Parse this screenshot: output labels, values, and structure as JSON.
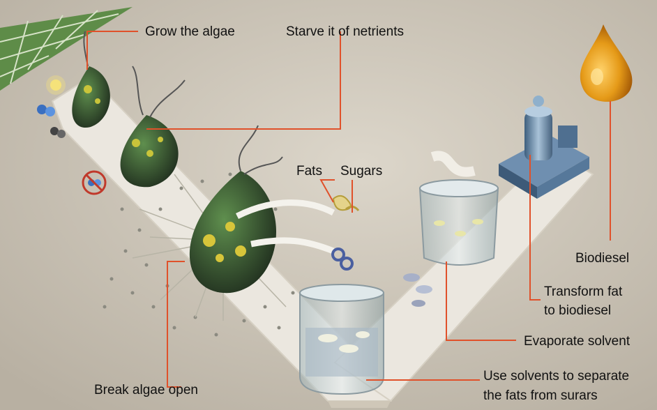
{
  "labels": {
    "grow": "Grow the algae",
    "starve": "Starve it of netrients",
    "fats": "Fats",
    "sugars": "Sugars",
    "break": "Break algae open",
    "biodiesel": "Biodiesel",
    "transform_1": "Transform fat",
    "transform_2": "to biodiesel",
    "evaporate": "Evaporate solvent",
    "solvents_1": "Use solvents to separate",
    "solvents_2": "the fats from surars"
  },
  "colors": {
    "leader_line": "#e0512a",
    "track": "#ebe7df",
    "algae": "#3f6b3a",
    "algae_spot": "#c9c43a",
    "oil": "#e0a020",
    "panel": "#6b9a50"
  }
}
